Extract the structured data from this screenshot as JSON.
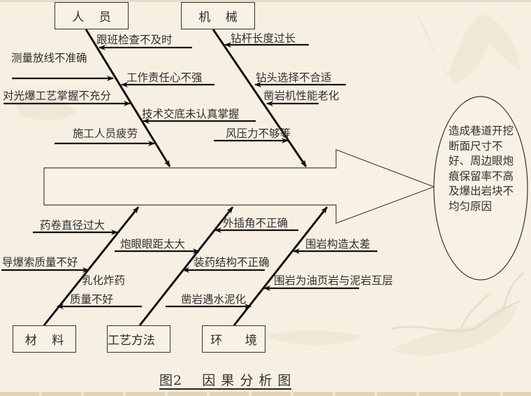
{
  "diagram": {
    "type": "fishbone",
    "caption": "图2    因 果 分 析 图",
    "effect": {
      "text": "造成巷道开挖断面尺寸不好、周边眼炮痕保留率不高及爆出岩块不均匀原因"
    },
    "categories": [
      {
        "id": "people",
        "label": "人    员",
        "position": "top",
        "causes": [
          "跟班检查不及时",
          "测量放线不准确",
          "工作责任心不强",
          "对光爆工艺掌握不充分",
          "技术交底未认真掌握",
          "施工人员疲劳"
        ]
      },
      {
        "id": "machine",
        "label": "机    械",
        "position": "top",
        "causes": [
          "钻杆长度过长",
          "钻头选择不合适",
          "凿岩机性能老化",
          "风压力不够等"
        ]
      },
      {
        "id": "material",
        "label": "材    料",
        "position": "bottom",
        "causes": [
          "药卷直径过大",
          "导爆索质量不好",
          "乳化炸药",
          "质量不好"
        ]
      },
      {
        "id": "method",
        "label": "工艺方法",
        "position": "bottom",
        "causes": [
          "炮眼眼距太大",
          "外插角不正确",
          "装药结构不正确",
          "凿岩遇水泥化"
        ]
      },
      {
        "id": "environment",
        "label": "环      境",
        "position": "bottom",
        "causes": [
          "围岩构造太差",
          "围岩为油页岩与泥岩互层"
        ]
      }
    ]
  },
  "colors": {
    "background": "#F7F0E2",
    "line": "#111111",
    "text": "#2f2f2f"
  }
}
